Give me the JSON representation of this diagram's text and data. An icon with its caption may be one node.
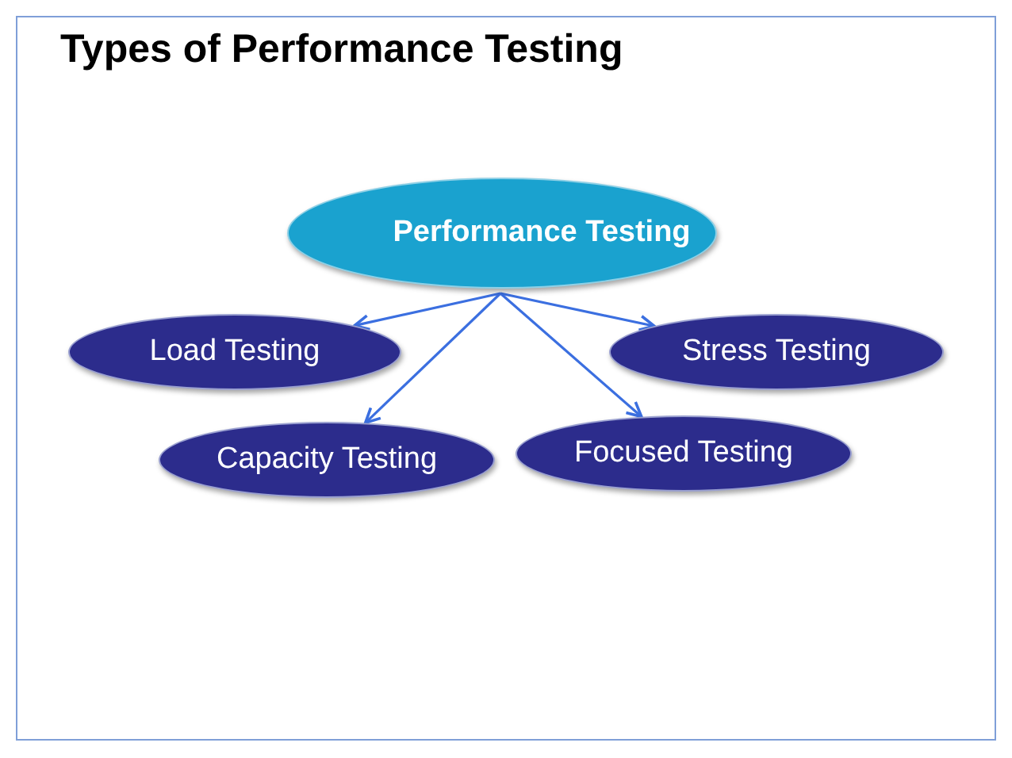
{
  "diagram": {
    "title": "Types of Performance Testing",
    "nodes": [
      {
        "text": [
          "Performance Testing"
        ]
      },
      {
        "text": [
          "Load Testing"
        ]
      },
      {
        "text": [
          "Stress Testing"
        ]
      },
      {
        "text": [
          "Capacity Testing"
        ]
      },
      {
        "text": [
          "Focused Testing"
        ]
      }
    ],
    "edges": [
      {
        "from": 0,
        "to": 1,
        "arrow": "to"
      },
      {
        "from": 0,
        "to": 3,
        "arrow": "to"
      },
      {
        "from": 0,
        "to": 4,
        "arrow": "to"
      },
      {
        "from": 0,
        "to": 2,
        "arrow": "to"
      }
    ]
  }
}
